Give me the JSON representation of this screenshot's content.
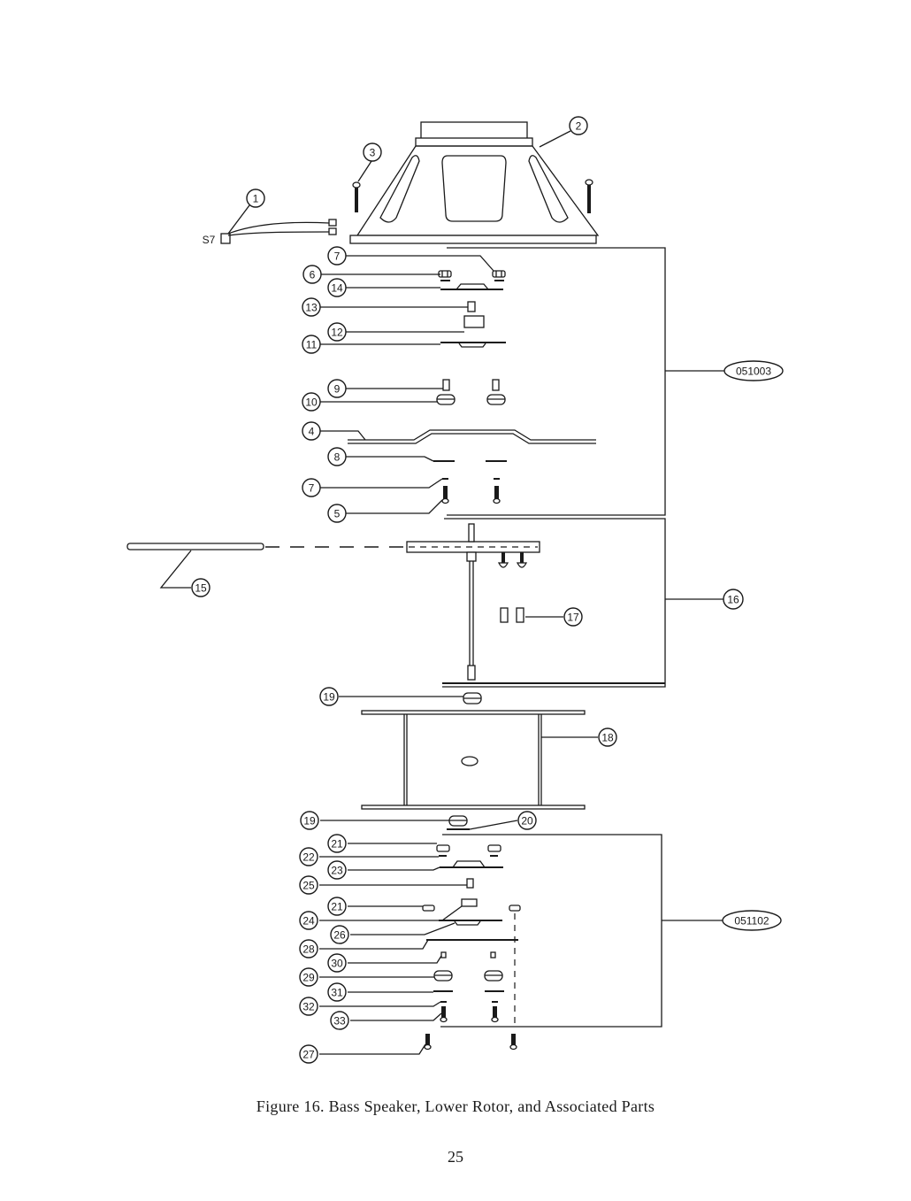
{
  "figure": {
    "caption": "Figure 16.  Bass Speaker, Lower Rotor, and Associated Parts",
    "page_number": "25"
  },
  "labels": {
    "s7": "S7"
  },
  "assemblies": [
    {
      "id": "asm1",
      "label": "051003"
    },
    {
      "id": "asm2",
      "label": "16"
    },
    {
      "id": "asm3",
      "label": "051102"
    }
  ],
  "callouts": [
    {
      "id": "c1",
      "label": "1"
    },
    {
      "id": "c2",
      "label": "2"
    },
    {
      "id": "c3",
      "label": "3"
    },
    {
      "id": "c7a",
      "label": "7"
    },
    {
      "id": "c6",
      "label": "6"
    },
    {
      "id": "c14",
      "label": "14"
    },
    {
      "id": "c13",
      "label": "13"
    },
    {
      "id": "c12",
      "label": "12"
    },
    {
      "id": "c11",
      "label": "11"
    },
    {
      "id": "c9",
      "label": "9"
    },
    {
      "id": "c10",
      "label": "10"
    },
    {
      "id": "c4",
      "label": "4"
    },
    {
      "id": "c8",
      "label": "8"
    },
    {
      "id": "c7b",
      "label": "7"
    },
    {
      "id": "c5",
      "label": "5"
    },
    {
      "id": "c15",
      "label": "15"
    },
    {
      "id": "c17",
      "label": "17"
    },
    {
      "id": "c19a",
      "label": "19"
    },
    {
      "id": "c18",
      "label": "18"
    },
    {
      "id": "c19b",
      "label": "19"
    },
    {
      "id": "c20",
      "label": "20"
    },
    {
      "id": "c21a",
      "label": "21"
    },
    {
      "id": "c22",
      "label": "22"
    },
    {
      "id": "c23",
      "label": "23"
    },
    {
      "id": "c25",
      "label": "25"
    },
    {
      "id": "c21b",
      "label": "21"
    },
    {
      "id": "c24",
      "label": "24"
    },
    {
      "id": "c26",
      "label": "26"
    },
    {
      "id": "c28",
      "label": "28"
    },
    {
      "id": "c30",
      "label": "30"
    },
    {
      "id": "c29",
      "label": "29"
    },
    {
      "id": "c31",
      "label": "31"
    },
    {
      "id": "c32",
      "label": "32"
    },
    {
      "id": "c33",
      "label": "33"
    },
    {
      "id": "c27",
      "label": "27"
    }
  ]
}
